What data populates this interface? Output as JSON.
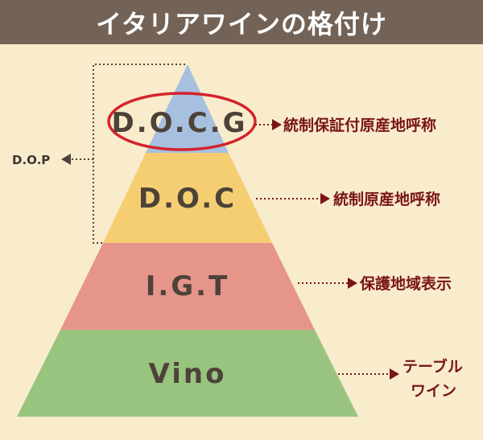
{
  "title": "イタリアワインの格付け",
  "colors": {
    "background": "#f8eccc",
    "title_bar": "#736357",
    "docg_tier": "#a7c0e0",
    "doc_tier": "#f6ce72",
    "igt_tier": "#e6958a",
    "vino_tier": "#99c480",
    "accent_red": "#d4242c",
    "arrow_dark_red": "#7a1419"
  },
  "pyramid": {
    "levels": [
      {
        "name": "D.O.C.G",
        "description": "統制保証付原産地呼称",
        "highlighted": true
      },
      {
        "name": "D.O.C",
        "description": "統制原産地呼称"
      },
      {
        "name": "I.G.T",
        "description": "保護地域表示"
      },
      {
        "name": "Vino",
        "description_lines": [
          "テーブル",
          "ワイン"
        ]
      }
    ]
  },
  "dop": {
    "label": "D.O.P",
    "spans_levels": [
      "D.O.C.G",
      "D.O.C"
    ]
  }
}
